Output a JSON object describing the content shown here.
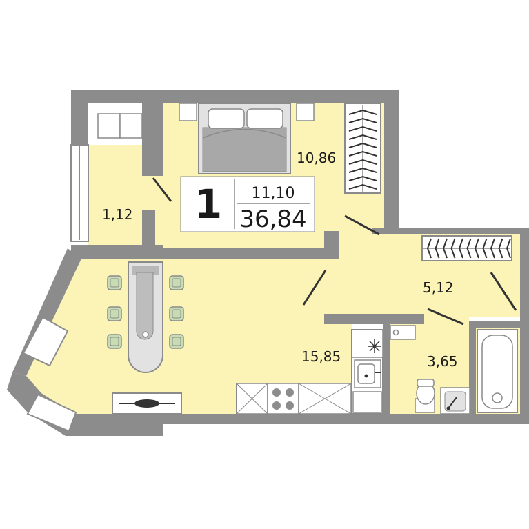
{
  "colors": {
    "wall": "#8c8c8c",
    "floor": "#fbf4b6",
    "furniture": "#e2e2e2",
    "furniture_stroke": "#8a8a8a",
    "text": "#1a1a1a",
    "chair": "#c8dcb4"
  },
  "apartment": {
    "rooms_count": "1",
    "living_area": "11,10",
    "total_area": "36,84"
  },
  "rooms": {
    "bedroom_area": "10,86",
    "hall_area": "1,12",
    "kitchen_living_area": "15,85",
    "corridor_area": "5,12",
    "bathroom_area": "3,65"
  },
  "icons": [
    "double-bed-icon",
    "nightstand-icon",
    "wardrobe-icon",
    "dining-table-icon",
    "chair-icon",
    "sofa-icon",
    "stove-icon",
    "sink-icon",
    "toilet-icon",
    "bathtub-icon",
    "washing-machine-icon",
    "door-swing-icon",
    "window-icon"
  ]
}
